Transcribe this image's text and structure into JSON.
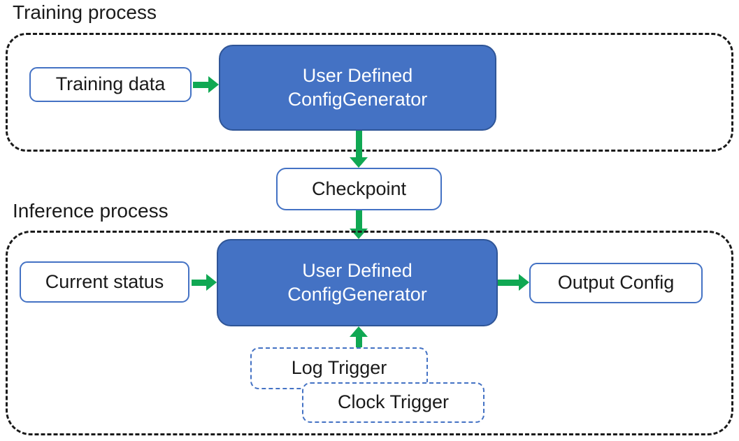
{
  "colors": {
    "accent-blue": "#4472C4",
    "accent-blue-dark": "#2F5597",
    "arrow-green": "#10A853",
    "outline-black": "#1A1A1A",
    "text-dark": "#1A1A1A",
    "text-light": "#FFFFFF",
    "background": "#FFFFFF"
  },
  "training": {
    "title": "Training process",
    "training_data_label": "Training data",
    "generator": {
      "line1": "User Defined",
      "line2": "ConfigGenerator"
    }
  },
  "checkpoint": {
    "label": "Checkpoint"
  },
  "inference": {
    "title": "Inference process",
    "current_status_label": "Current status",
    "generator": {
      "line1": "User Defined",
      "line2": "ConfigGenerator"
    },
    "output_config_label": "Output Config",
    "log_trigger_label": "Log Trigger",
    "clock_trigger_label": "Clock Trigger"
  }
}
